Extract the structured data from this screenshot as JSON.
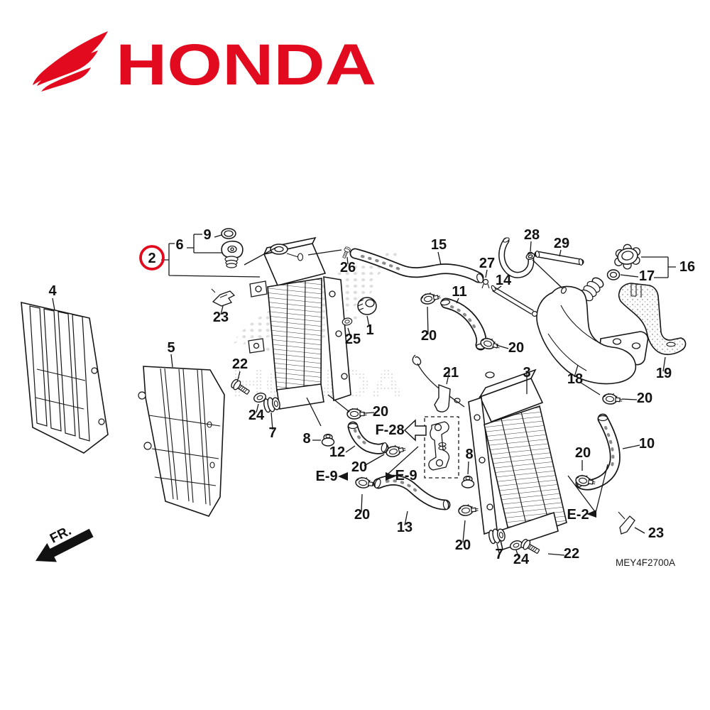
{
  "brand": {
    "name": "HONDA"
  },
  "colors": {
    "brand_red": "#e20a1e",
    "line_black": "#161616",
    "watermark_gray": "#c3c3c3"
  },
  "diagram": {
    "drawing_code": "MEY4F2700A",
    "front_marker": "FR.",
    "watermark_text": "HONDA",
    "labels": {
      "l1": "1",
      "l2": "2",
      "l3": "3",
      "l4": "4",
      "l5": "5",
      "l6": "6",
      "l7a": "7",
      "l7b": "7",
      "l8a": "8",
      "l8b": "8",
      "l9": "9",
      "l10": "10",
      "l11": "11",
      "l12": "12",
      "l13": "13",
      "l14": "14",
      "l15": "15",
      "l16": "16",
      "l17": "17",
      "l18": "18",
      "l19": "19",
      "l20a": "20",
      "l20b": "20",
      "l20c": "20",
      "l20d": "20",
      "l20e": "20",
      "l20f": "20",
      "l20g": "20",
      "l20h": "20",
      "l21": "21",
      "l22a": "22",
      "l22b": "22",
      "l23a": "23",
      "l23b": "23",
      "l24a": "24",
      "l24b": "24",
      "l25": "25",
      "l26": "26",
      "l27": "27",
      "l28": "28",
      "l29": "29",
      "f28": "F-28",
      "e9a": "E-9",
      "e9b": "E-9",
      "e2": "E-2"
    }
  }
}
